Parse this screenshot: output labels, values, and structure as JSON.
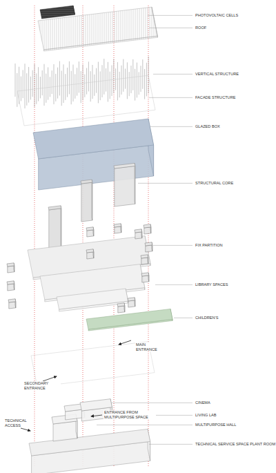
{
  "diagram": {
    "labels": [
      "PHOTOVOLTAIC CELLS",
      "ROOF",
      "VERTICAL STRUCTURE",
      "FACADE STRUCTURE",
      "GLAZED BOX",
      "STRUCTURAL CORE",
      "FIX PARTITION",
      "LIBRARY SPACES",
      "CHILDREN'S",
      "MAIN ENTRANCE",
      "SECONDARY ENTRANCE",
      "CINEMA",
      "LIVING LAB",
      "ENTRANCE FROM MULTIPURPOSE SPACE",
      "MULTIPURPOSE HALL",
      "TECHNICAL ACCESS",
      "TECHNICAL SERVICE SPACE PLANT ROOM"
    ]
  }
}
